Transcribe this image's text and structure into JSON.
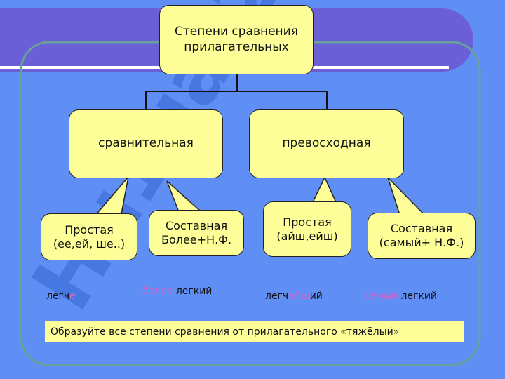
{
  "watermark": {
    "text": "Hu1gat2y",
    "color": "#3f6fd8"
  },
  "colors": {
    "background": "#5f8ff5",
    "box_fill": "#ffff99",
    "band": "#6a5fd6",
    "accent": "#cc66cc"
  },
  "root": {
    "label": "Степени сравнения\nприлагательных"
  },
  "categories": [
    {
      "label": "сравнительная"
    },
    {
      "label": "превосходная"
    }
  ],
  "forms": [
    {
      "label": "Простая\n(ее,ей, ше..)"
    },
    {
      "label": "Составная\nБолее+Н.Ф."
    },
    {
      "label": "Простая\n(айш,ейш)"
    },
    {
      "label": "Составная\n(самый+ Н.Ф.)"
    }
  ],
  "examples": [
    {
      "parts": [
        {
          "t": "легч",
          "hl": false
        },
        {
          "t": "е",
          "hl": true
        }
      ]
    },
    {
      "parts": [
        {
          "t": "более",
          "hl": true
        },
        {
          "t": " легкий",
          "hl": false
        }
      ]
    },
    {
      "parts": [
        {
          "t": "легч",
          "hl": false
        },
        {
          "t": "айш",
          "hl": true
        },
        {
          "t": "ий",
          "hl": false
        }
      ]
    },
    {
      "parts": [
        {
          "t": "самый",
          "hl": true
        },
        {
          "t": " легкий",
          "hl": false
        }
      ]
    }
  ],
  "task": "Образуйте все степени сравнения от прилагательного «тяжёлый»"
}
